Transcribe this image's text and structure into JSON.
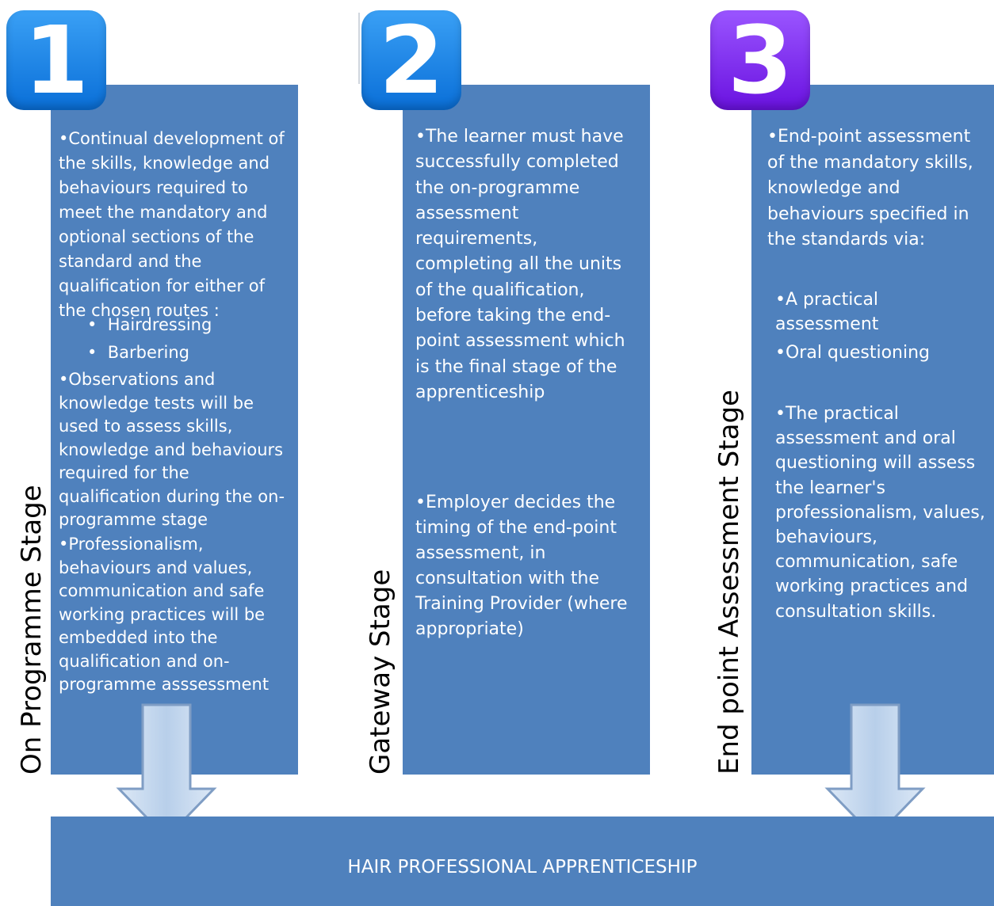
{
  "stages": [
    {
      "number": "1",
      "badge_color": "#0a6fd8",
      "label": "On Programme Stage",
      "bullets": [
        "Continual development of the skills, knowledge and behaviours required to meet the mandatory and optional sections of the standard and the qualification for either of the chosen routes :",
        "Observations and knowledge tests will be used to assess skills, knowledge and behaviours  required for the qualification during the on-programme stage",
        "Professionalism, behaviours and values, communication and safe working practices will be embedded into the qualification and on-programme asssessment"
      ],
      "routes": [
        "Hairdressing",
        "Barbering"
      ]
    },
    {
      "number": "2",
      "badge_color": "#0a6fd8",
      "label": "Gateway Stage",
      "bullets": [
        "The learner must have    successfully completed the on-programme assessment requirements, completing all the units of the qualification, before taking the end-point assessment which is the final stage of the apprenticeship",
        "Employer decides the timing of the end-point assessment, in consultation with the Training Provider (where appropriate)"
      ]
    },
    {
      "number": "3",
      "badge_color": "#6a12e0",
      "label": "End point Assessment Stage",
      "bullets": [
        "End-point assessment of the mandatory skills, knowledge and behaviours specified in the standards via:",
        "A practical assessment",
        "Oral questioning",
        "The practical assessment and oral questioning will assess the learner's professionalism, values, behaviours, communication, safe working practices and consultation skills."
      ]
    }
  ],
  "banner": {
    "title": "HAIR PROFESSIONAL APPRENTICESHIP"
  },
  "colors": {
    "panel": "#4F81BD",
    "arrow": "#c6d9f1"
  }
}
